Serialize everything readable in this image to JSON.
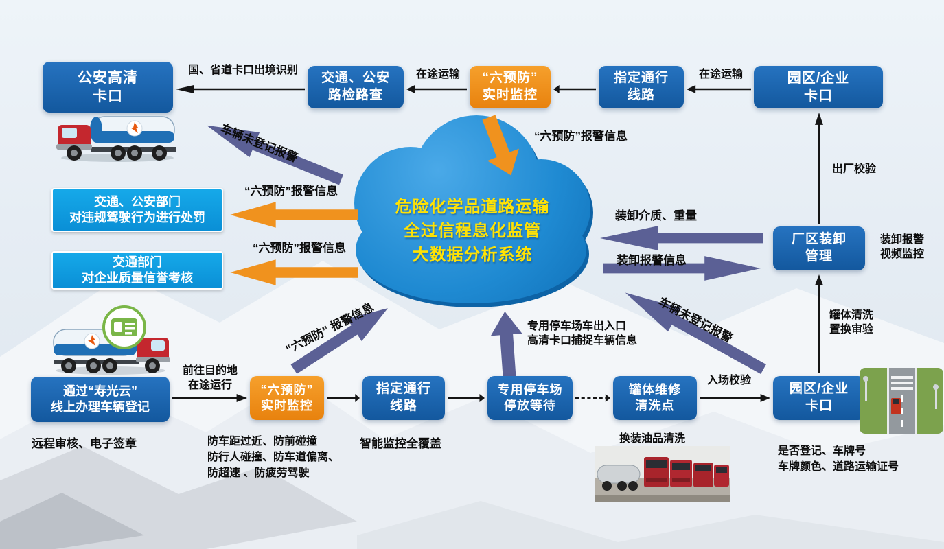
{
  "colors": {
    "blue_box": "#1a63ad",
    "cyan_box": "#0e9fde",
    "orange_box": "#f0921e",
    "purple_arrow": "#5b6095",
    "orange_arrow": "#f0921e",
    "cloud_fill": "#1c88d5",
    "cloud_text": "#ffe205"
  },
  "cloud": {
    "line1": "危险化学品道路运输",
    "line2": "全过信程息化监管",
    "line3": "大数据分析系统"
  },
  "boxes": {
    "police_hd_checkpoint": {
      "line1": "公安高清",
      "line2": "卡口"
    },
    "road_inspection": {
      "line1": "交通、公安",
      "line2": "路检路查"
    },
    "six_prevention_top": {
      "line1": "“六预防”",
      "line2": "实时监控"
    },
    "designated_route_top": {
      "line1": "指定通行",
      "line2": "线路"
    },
    "park_checkpoint_top": {
      "line1": "园区/企业",
      "line2": "卡口"
    },
    "traffic_police_punish": {
      "line1": "交通、公安部门",
      "line2": "对违规驾驶行为进行处罚"
    },
    "traffic_credit_assess": {
      "line1": "交通部门",
      "line2": "对企业质量信誉考核"
    },
    "factory_loading_mgmt": {
      "line1": "厂区装卸",
      "line2": "管理"
    },
    "online_register": {
      "line1": "通过“寿光云”",
      "line2": "线上办理车辆登记"
    },
    "six_prevention_bottom": {
      "line1": "“六预防”",
      "line2": "实时监控"
    },
    "designated_route_bottom": {
      "line1": "指定通行",
      "line2": "线路"
    },
    "dedicated_parking": {
      "line1": "专用停车场",
      "line2": "停放等待"
    },
    "tank_repair_cleaning": {
      "line1": "罐体维修",
      "line2": "清洗点"
    },
    "park_checkpoint_bottom": {
      "line1": "园区/企业",
      "line2": "卡口"
    }
  },
  "labels": {
    "exit_recognition": "国、省道卡口出境识别",
    "in_transit_top_mid": "在途运输",
    "in_transit_top_right": "在途运输",
    "six_alarm_center": "“六预防”报警信息",
    "six_alarm_left_1": "“六预防”报警信息",
    "six_alarm_left_2": "“六预防”报警信息",
    "unregistered_alarm_left": "车辆未登记报警",
    "six_alarm_diagonal": "“六预防” 报警信息",
    "parking_capture_line1": "专用停车场车出入口",
    "parking_capture_line2": "高清卡口捕捉车辆信息",
    "unregistered_alarm_right": "车辆未登记报警",
    "loading_medium_weight": "装卸介质、重量",
    "loading_alarm_info": "装卸报警信息",
    "factory_exit_check": "出厂校验",
    "loading_alarm_line1": "装卸报警",
    "loading_alarm_line2": "视频监控",
    "tank_clean_line1": "罐体清洗",
    "tank_clean_line2": "置换审验",
    "to_destination_line1": "前往目的地",
    "to_destination_line2": "在途运行",
    "remote_review": "远程审核、电子签章",
    "prevention_line1": "防车距过近、防前碰撞",
    "prevention_line2": "防行人碰撞、防车道偏离、",
    "prevention_line3": "防超速 、防疲劳驾驶",
    "smart_monitoring": "智能监控全覆盖",
    "oil_change_cleaning": "换装油品清洗",
    "entry_check": "入场校验",
    "check_items_line1": "是否登记、车牌号",
    "check_items_line2": "车牌颜色、道路运输证号"
  }
}
